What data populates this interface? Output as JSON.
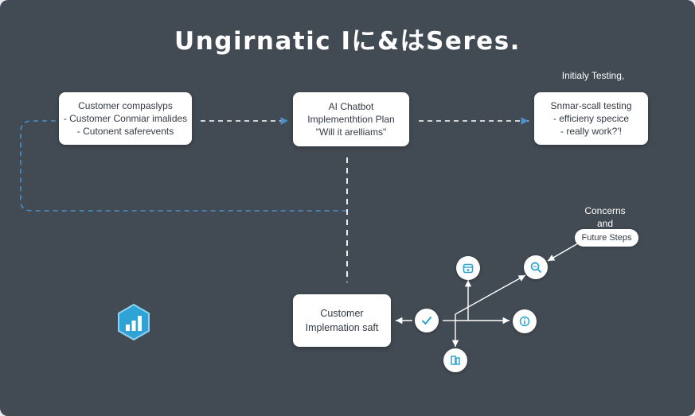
{
  "title": "Ungirnatic Iに&はSeres.",
  "left_box": {
    "line1": "Customer compaslyps",
    "line2": "- Customer Conmiar imalides",
    "line3": "- Cutonent saferevents"
  },
  "center_box": {
    "line1": "AI Chatbot",
    "line2": "Implementhtion Plan",
    "line3": "\"Will it arelliams\""
  },
  "right_label": "Initialy Testing,",
  "right_box": {
    "line1": "Snmar-scall testing",
    "line2": "- efficieny specice",
    "line3": "- really work?'!"
  },
  "concerns_label": {
    "line1": "Concerns",
    "line2": "and"
  },
  "future_steps": "Future Steps",
  "bottom_box": {
    "line1": "Customer",
    "line2": "Implemation saft"
  },
  "colors": {
    "background": "#424a53",
    "dashed_blue": "#4a90c9",
    "accent_teal": "#2fa3d6",
    "box": "#ffffff"
  },
  "icons": [
    "hexagon-chart-icon",
    "checkmark-icon",
    "calendar-icon",
    "magnifier-icon",
    "info-icon",
    "document-icon"
  ]
}
